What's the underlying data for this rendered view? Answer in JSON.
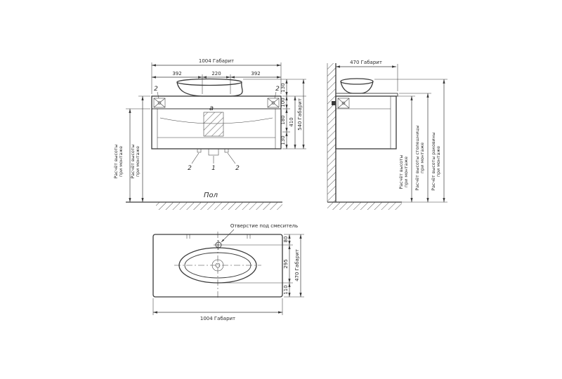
{
  "drawing": {
    "front": {
      "overall_width": "1004 Габарит",
      "seg_left": "392",
      "seg_center": "220",
      "seg_right": "392",
      "h_sink": "130",
      "h_top": "100",
      "h_mid": "180",
      "h_low": "130",
      "h_cabinet": "410",
      "overall_height": "540 Габарит",
      "callout_2": "2",
      "callout_1": "1",
      "label_a": "a",
      "floor": "Пол",
      "note_line1": "Расчёт высоты",
      "note_line2": "при монтаже"
    },
    "side": {
      "overall_depth": "470 Габарит",
      "note1_line1": "Расчёт высоты",
      "note1_line2": "при монтаже",
      "note2_line1": "Расчёт высоты столешницы",
      "note2_line2": "при монтаже",
      "note3_line1": "Расчёт высоты раковины",
      "note3_line2": "при монтаже"
    },
    "plan": {
      "faucet_note": "Отверстие под смеситель",
      "d_hole": "80",
      "d_sink": "295",
      "d_front": "110",
      "overall_depth": "470 Габарит",
      "overall_width": "1004 Габарит"
    },
    "colors": {
      "line": "#3a3a3a",
      "bg": "#ffffff"
    }
  }
}
